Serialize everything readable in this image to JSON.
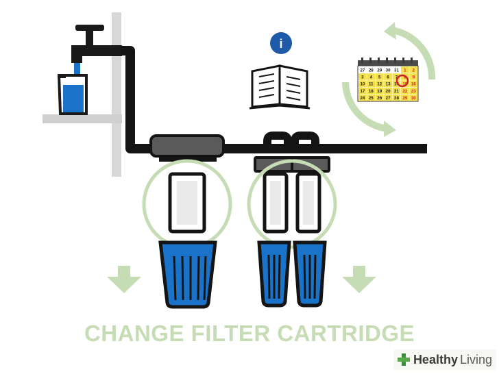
{
  "caption": "CHANGE FILTER CARTRIDGE",
  "info_icon_glyph": "i",
  "brand": {
    "word1": "Healthy",
    "word2": "Living"
  },
  "calendar": {
    "rows": [
      [
        "27",
        "28",
        "29",
        "30",
        "31",
        "1",
        "2"
      ],
      [
        "3",
        "4",
        "5",
        "6",
        "7",
        "8",
        "9"
      ],
      [
        "10",
        "11",
        "12",
        "13",
        "14",
        "15",
        "16"
      ],
      [
        "17",
        "18",
        "19",
        "20",
        "21",
        "22",
        "23"
      ],
      [
        "24",
        "25",
        "26",
        "27",
        "28",
        "29",
        "30"
      ]
    ],
    "circled_day": "15"
  },
  "colors": {
    "accent_green": "#c5dcb4",
    "water_blue": "#1a73c9",
    "pipe_black": "#141414",
    "housing_gray": "#5a5a5a",
    "calendar_yellow": "#f4e04a",
    "calendar_red": "#d0202a",
    "info_blue": "#1f5aa8"
  },
  "icons": [
    "faucet-icon",
    "glass-icon",
    "manual-book-icon",
    "info-icon",
    "calendar-icon",
    "refresh-arrows-icon",
    "down-arrow-icon",
    "brand-plus-icon"
  ]
}
